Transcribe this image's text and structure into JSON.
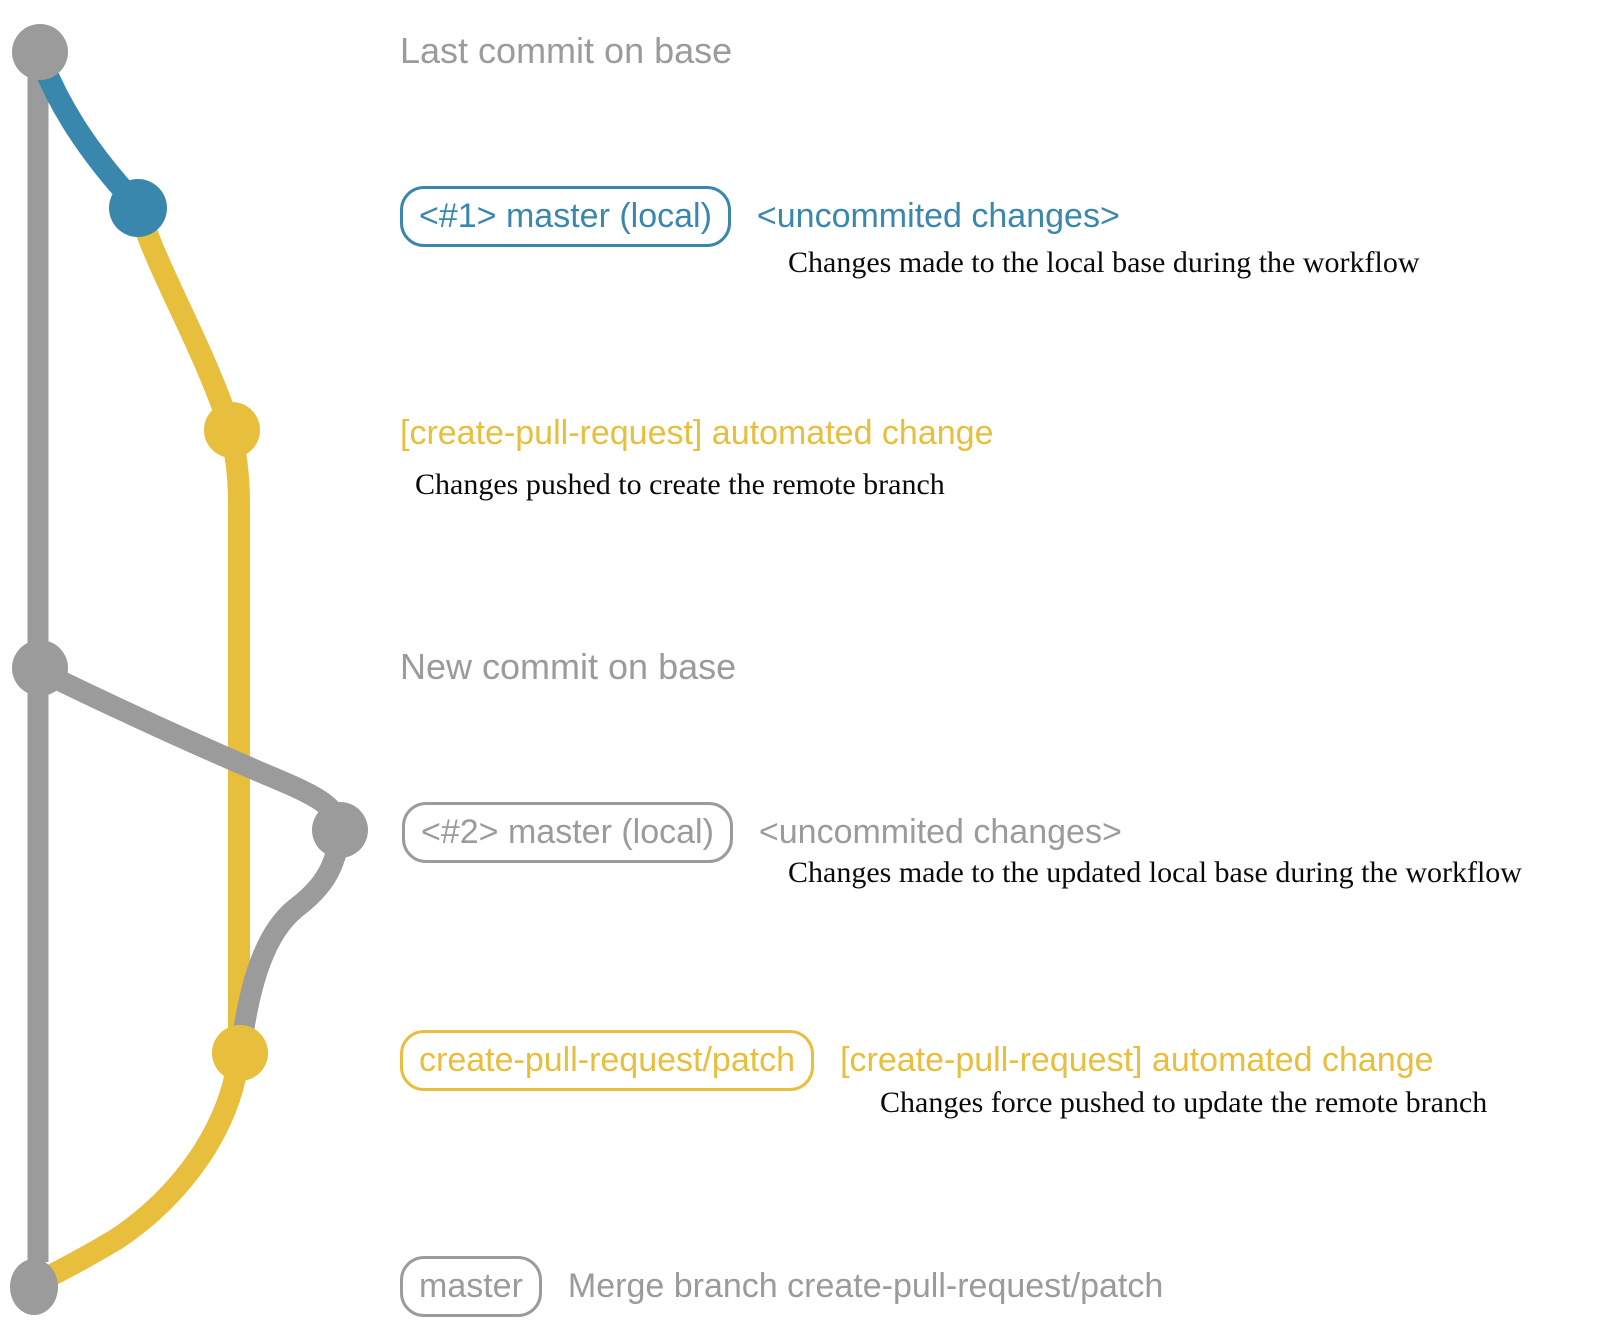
{
  "colors": {
    "gray": "#9b9b9b",
    "blue": "#3a87ae",
    "yellow": "#e8be3d",
    "ink": "#0a0a0a"
  },
  "rows": {
    "last_commit": {
      "label": "Last commit on base"
    },
    "commit1": {
      "badge": "<#1> master (local)",
      "message": "<uncommited changes>",
      "note": "Changes made to the local base during the workflow"
    },
    "patch1": {
      "message": "[create-pull-request] automated change",
      "note": "Changes pushed to create the remote branch"
    },
    "new_commit": {
      "label": "New commit on base"
    },
    "commit2": {
      "badge": "<#2> master (local)",
      "message": "<uncommited changes>",
      "note": "Changes made to the updated local base during the workflow"
    },
    "patch2": {
      "badge": "create-pull-request/patch",
      "message": "[create-pull-request] automated change",
      "note": "Changes force pushed to update the remote branch"
    },
    "merge": {
      "badge": "master",
      "message": "Merge branch create-pull-request/patch"
    }
  }
}
